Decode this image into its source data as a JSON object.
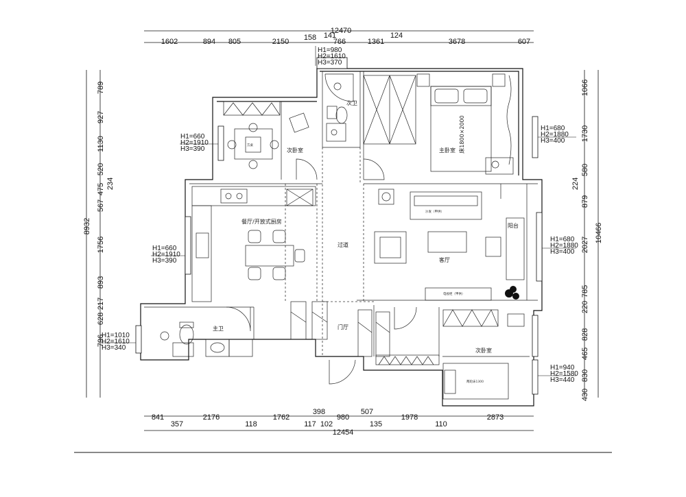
{
  "dimensions": {
    "top_total": "12470",
    "top_segments": [
      "1602",
      "894",
      "805",
      "2150",
      "158",
      "141",
      "766",
      "1361",
      "124",
      "3678",
      "607"
    ],
    "bottom_total": "12454",
    "bottom_upper": [
      "841",
      "2176",
      "1762",
      "398",
      "980",
      "507",
      "1978",
      "2873"
    ],
    "bottom_lower": [
      "357",
      "118",
      "117",
      "102",
      "135",
      "110"
    ],
    "left_total": "8932",
    "left_segments": [
      "789",
      "927",
      "1130",
      "520",
      "475",
      "234",
      "567",
      "1756",
      "893",
      "217",
      "628",
      "796"
    ],
    "right_total": "10466",
    "right_segments": [
      "1066",
      "1730",
      "580",
      "224",
      "879",
      "2027",
      "785",
      "220",
      "828",
      "465",
      "830",
      "430"
    ]
  },
  "windows": {
    "top_bath": [
      "H1=980",
      "H2=1610",
      "H3=370"
    ],
    "left_bedroom": [
      "H1=660",
      "H2=1910",
      "H3=390"
    ],
    "left_kitchen": [
      "H1=660",
      "H2=1910",
      "H3=390"
    ],
    "left_bath": [
      "H1=1010",
      "H2=1610",
      "H3=340"
    ],
    "right_master": [
      "H1=680",
      "H2=1880",
      "H3=400"
    ],
    "right_balcony": [
      "H1=680",
      "H2=1880",
      "H3=400"
    ],
    "right_bedroom": [
      "H1=940",
      "H2=1580",
      "H3=440"
    ]
  },
  "rooms": {
    "second_bath": "次卫",
    "master_bedroom": "主卧室",
    "second_bedroom_top": "次卧室",
    "dining_kitchen": "餐厅/开放式厨房",
    "corridor": "过道",
    "living_room": "客厅",
    "balcony": "阳台",
    "master_bath": "主卫",
    "foyer": "门厅",
    "second_bedroom_bottom": "次卧室"
  },
  "furniture": {
    "bed_master": "床1800×2000",
    "bed_small": "两轮床1300",
    "table": "方桌",
    "sofa": "沙发（甲供）",
    "tv_cabinet": "电视柜（甲供）"
  }
}
